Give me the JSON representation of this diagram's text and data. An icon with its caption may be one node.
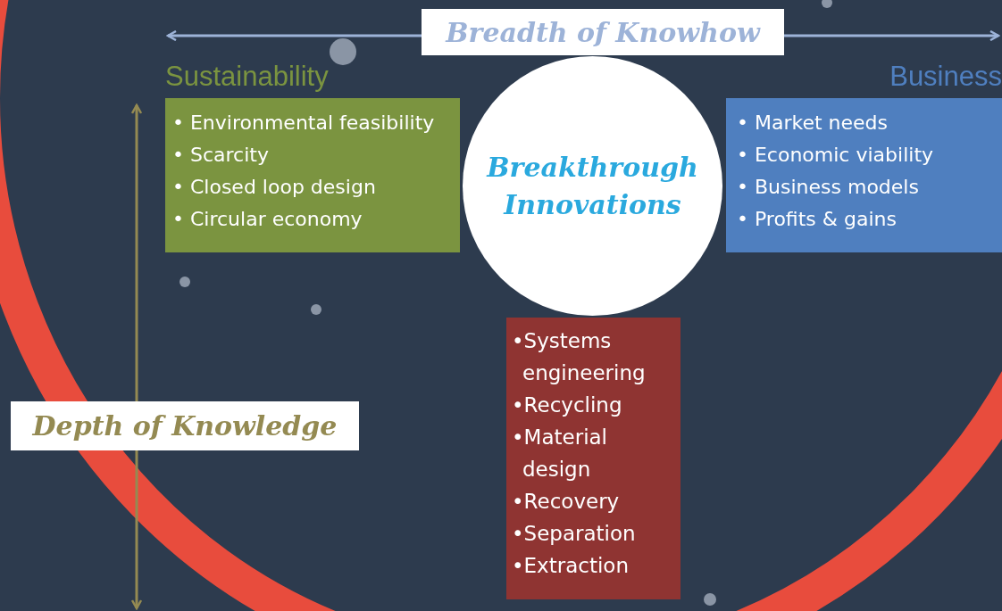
{
  "diagram": {
    "nodes": [
      {
        "text": [
          "Sustainability",
          "• Environmental feasibility",
          "• Scarcity",
          "• Closed loop design",
          "• Circular economy"
        ]
      },
      {
        "text": [
          "Business",
          "• Market needs",
          "• Economic viability",
          "• Business models",
          "• Profits & gains"
        ]
      },
      {
        "text": [
          "•Systems engineering",
          "•Recycling",
          "•Material design",
          "•Recovery",
          "•Separation",
          "•Extraction"
        ]
      },
      {
        "text": [
          "Breakthrough Innovations"
        ]
      }
    ],
    "edges": [],
    "labels": [
      "Breadth of Knowhow",
      "Depth of Knowledge"
    ]
  }
}
